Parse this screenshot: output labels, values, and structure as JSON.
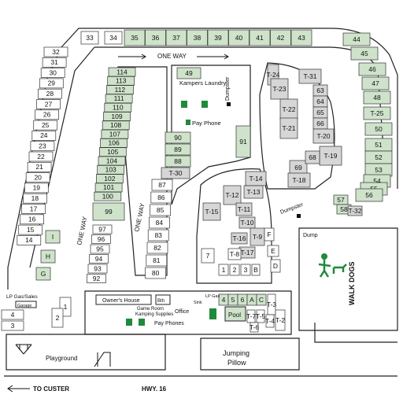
{
  "labels": {
    "one_way_top": "ONE WAY",
    "one_way_left": "ONE WAY",
    "one_way_mid": "ONE WAY",
    "kampers_laundry": "Kampers Laundry",
    "pay_phone": "Pay Phone",
    "dumpster_top": "Dumpster",
    "dumpster_mid": "Dumpster",
    "dump": "Dump",
    "walk_dogs": "WALK DOGS",
    "lp_gas_sales": "LP Gas/Sales",
    "garage": "Garage",
    "owners_house": "Owner's House",
    "bath": "Bth",
    "office": "Office",
    "sink": "Sink",
    "lp_gas_small": "LP Gas",
    "game_room": "Game Room",
    "kamping_supplies": "Kamping Supplies",
    "pay_phones": "Pay Phones",
    "pool": "Pool",
    "playground": "Playground",
    "jumping_pillow": "Jumping Pillow",
    "to_custer": "TO CUSTER",
    "hwy16": "HWY. 16"
  },
  "sites": {
    "top_row": [
      "35",
      "36",
      "37",
      "38",
      "39",
      "40",
      "41",
      "42",
      "43"
    ],
    "top_left": [
      "34",
      "33"
    ],
    "left_column": [
      "32",
      "31",
      "30",
      "29",
      "28",
      "27",
      "26",
      "25",
      "24",
      "23",
      "22",
      "21",
      "20",
      "19",
      "18",
      "17",
      "16",
      "15",
      "14"
    ],
    "east_curve": [
      "44",
      "45",
      "46",
      "47",
      "48",
      "T-25",
      "50",
      "51",
      "52",
      "53",
      "54",
      "55",
      "56"
    ],
    "center_left": [
      "114",
      "113",
      "112",
      "111",
      "110",
      "109",
      "108",
      "107",
      "106",
      "105",
      "104",
      "103",
      "102",
      "101",
      "100"
    ],
    "site_99": "99",
    "lower_left": [
      "97",
      "96",
      "95",
      "94",
      "93",
      "92"
    ],
    "center_mid": [
      "87",
      "86",
      "85",
      "84",
      "83",
      "82",
      "81",
      "80"
    ],
    "laundry_area": [
      "49",
      "90",
      "89",
      "88",
      "T-30"
    ],
    "site_91": "91",
    "t_sites_right": [
      "T-24",
      "T-23",
      "T-22",
      "T-21",
      "T-31",
      "63",
      "64",
      "65",
      "66",
      "T-20",
      "T-19",
      "69",
      "68",
      "T-18"
    ],
    "right_small": [
      "57",
      "58",
      "T-32"
    ],
    "inner_loop": [
      "T-14",
      "T-13",
      "T-12",
      "T-11",
      "T-15",
      "T-10",
      "T-16",
      "T-17",
      "T-9",
      "7",
      "T-8",
      "1",
      "2",
      "3",
      "B",
      "D",
      "F",
      "E"
    ],
    "bottom_sites": [
      "4",
      "5",
      "6",
      "A",
      "C",
      "T-3",
      "T-2",
      "T-7",
      "T-5",
      "T-4",
      "T-6"
    ],
    "tent_bottom_left": [
      "4",
      "3"
    ],
    "letters": [
      "I",
      "H",
      "G"
    ],
    "entrance": [
      "1",
      "2"
    ]
  },
  "colors": {
    "green": "#cfe3cb",
    "gray": "#d6d6d6",
    "icon_green": "#1f8a3a"
  }
}
